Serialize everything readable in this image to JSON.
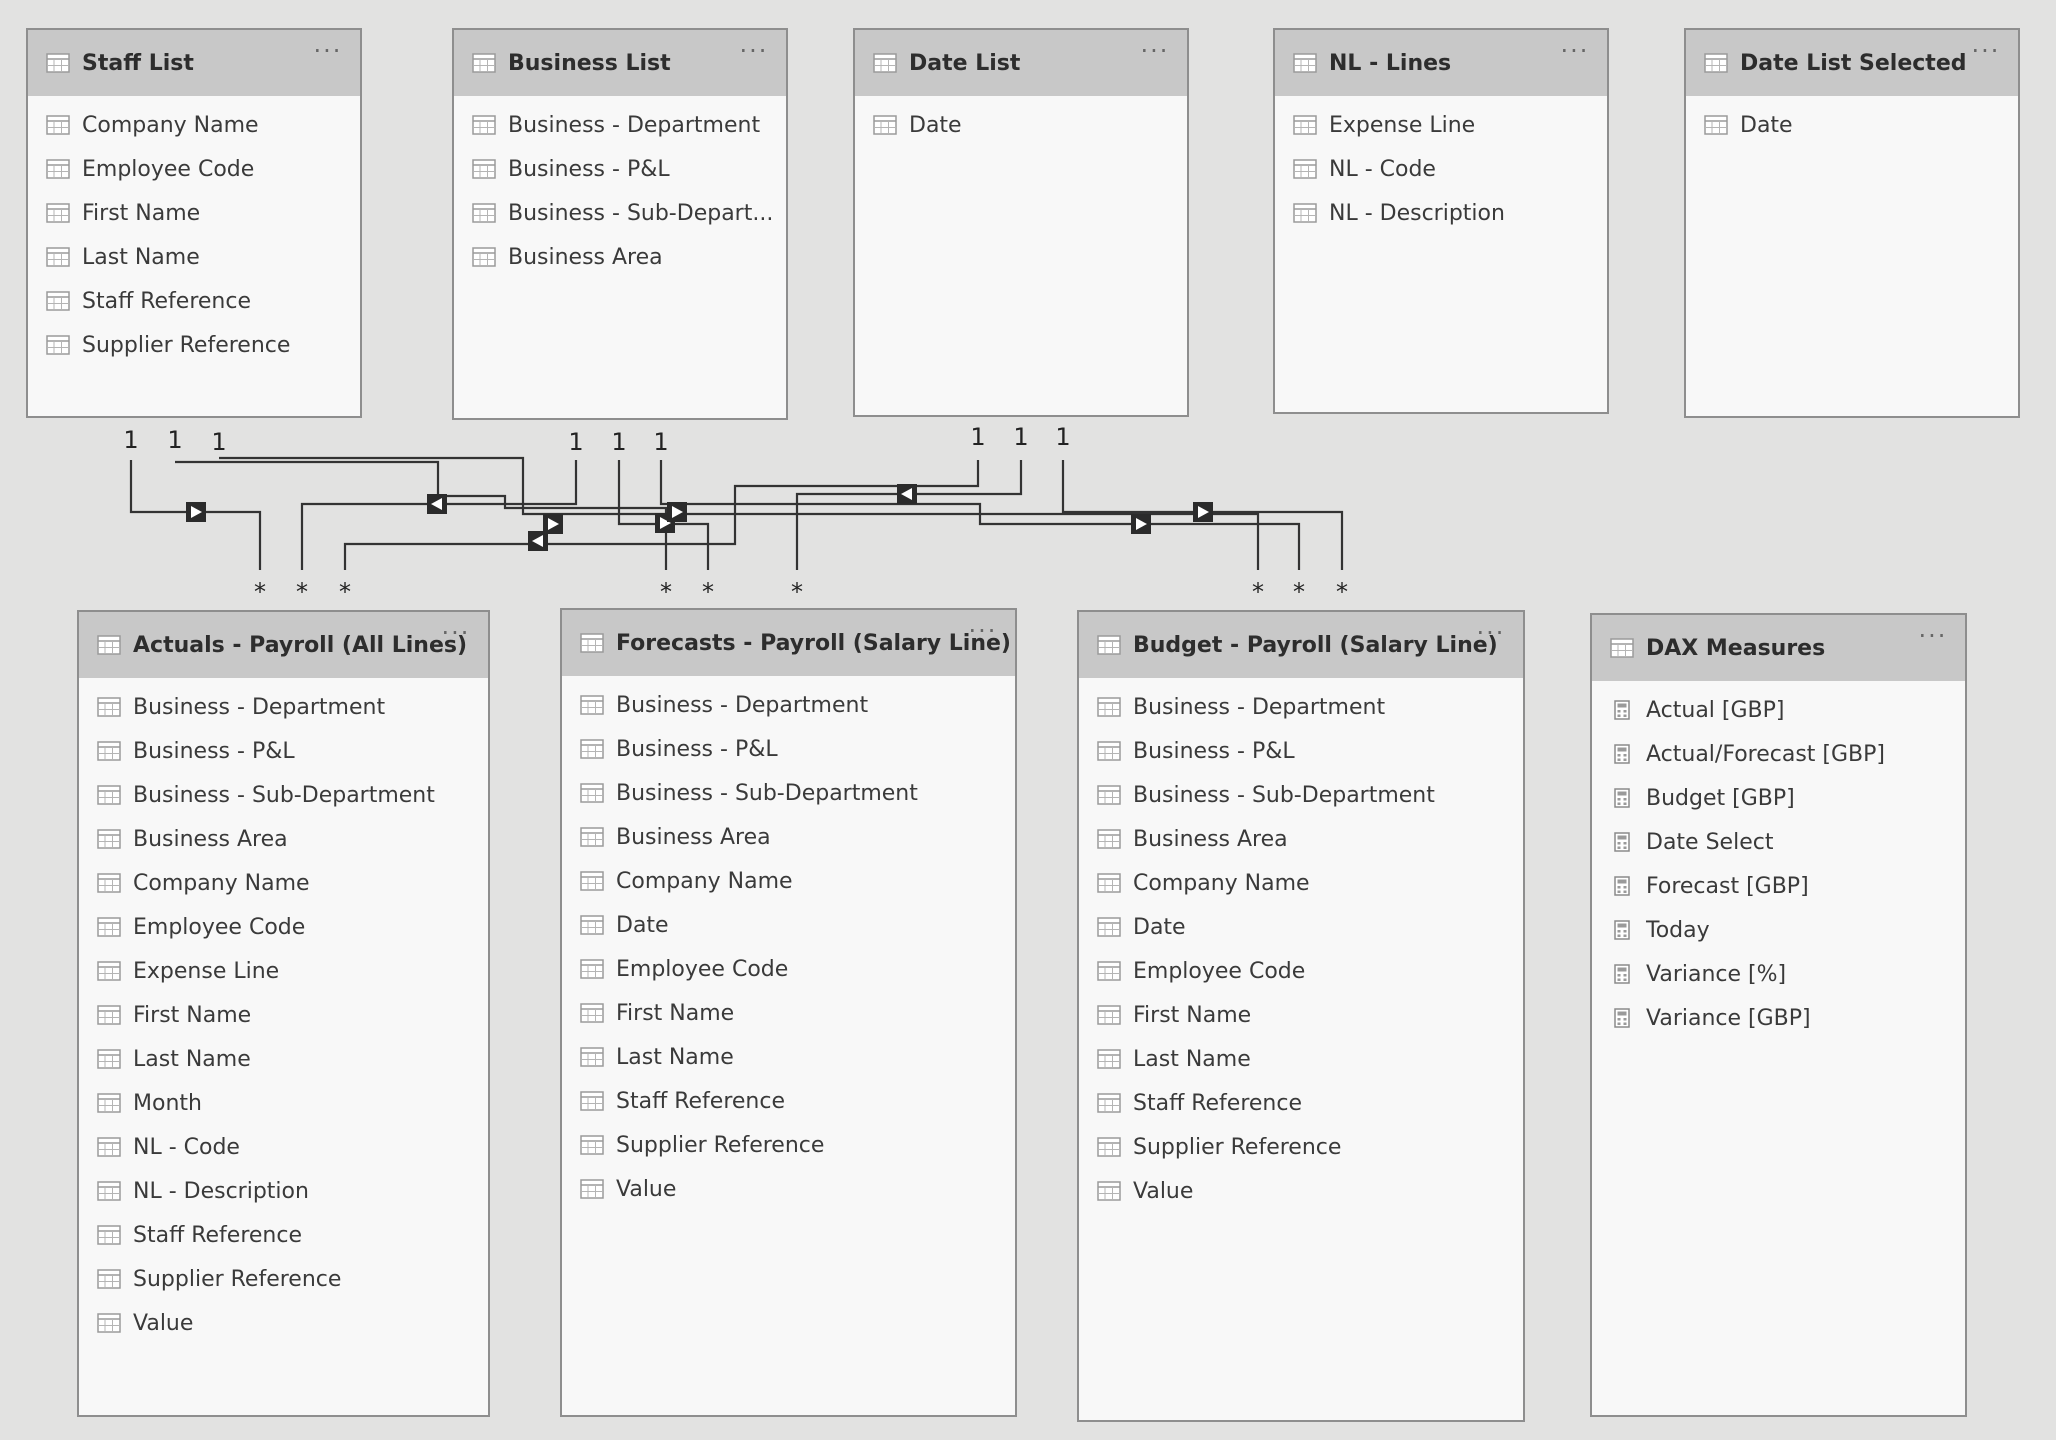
{
  "tables": [
    {
      "id": "staff-list",
      "title": "Staff List",
      "fields": [
        {
          "label": "Company Name",
          "icon": "table-icon"
        },
        {
          "label": "Employee Code",
          "icon": "table-icon"
        },
        {
          "label": "First Name",
          "icon": "table-icon"
        },
        {
          "label": "Last Name",
          "icon": "table-icon"
        },
        {
          "label": "Staff Reference",
          "icon": "table-icon"
        },
        {
          "label": "Supplier Reference",
          "icon": "table-icon"
        }
      ]
    },
    {
      "id": "business-list",
      "title": "Business List",
      "fields": [
        {
          "label": "Business - Department",
          "icon": "table-icon"
        },
        {
          "label": "Business - P&L",
          "icon": "table-icon"
        },
        {
          "label": "Business - Sub-Depart...",
          "icon": "table-icon"
        },
        {
          "label": "Business Area",
          "icon": "table-icon"
        }
      ]
    },
    {
      "id": "date-list",
      "title": "Date List",
      "fields": [
        {
          "label": "Date",
          "icon": "table-icon"
        }
      ]
    },
    {
      "id": "nl-lines",
      "title": "NL - Lines",
      "fields": [
        {
          "label": "Expense Line",
          "icon": "table-icon"
        },
        {
          "label": "NL - Code",
          "icon": "table-icon"
        },
        {
          "label": "NL - Description",
          "icon": "table-icon"
        }
      ]
    },
    {
      "id": "date-list-selected",
      "title": "Date List Selected",
      "fields": [
        {
          "label": "Date",
          "icon": "table-icon"
        }
      ]
    },
    {
      "id": "actuals-payroll",
      "title": "Actuals - Payroll (All Lines)",
      "fields": [
        {
          "label": "Business - Department",
          "icon": "table-icon"
        },
        {
          "label": "Business - P&L",
          "icon": "table-icon"
        },
        {
          "label": "Business - Sub-Department",
          "icon": "table-icon"
        },
        {
          "label": "Business Area",
          "icon": "table-icon"
        },
        {
          "label": "Company Name",
          "icon": "table-icon"
        },
        {
          "label": "Employee Code",
          "icon": "table-icon"
        },
        {
          "label": "Expense Line",
          "icon": "table-icon"
        },
        {
          "label": "First Name",
          "icon": "table-icon"
        },
        {
          "label": "Last Name",
          "icon": "table-icon"
        },
        {
          "label": "Month",
          "icon": "table-icon"
        },
        {
          "label": "NL - Code",
          "icon": "table-icon"
        },
        {
          "label": "NL - Description",
          "icon": "table-icon"
        },
        {
          "label": "Staff Reference",
          "icon": "table-icon"
        },
        {
          "label": "Supplier Reference",
          "icon": "table-icon"
        },
        {
          "label": "Value",
          "icon": "table-icon"
        }
      ]
    },
    {
      "id": "forecasts-payroll",
      "title": "Forecasts - Payroll (Salary Line)",
      "fields": [
        {
          "label": "Business - Department",
          "icon": "table-icon"
        },
        {
          "label": "Business - P&L",
          "icon": "table-icon"
        },
        {
          "label": "Business - Sub-Department",
          "icon": "table-icon"
        },
        {
          "label": "Business Area",
          "icon": "table-icon"
        },
        {
          "label": "Company Name",
          "icon": "table-icon"
        },
        {
          "label": "Date",
          "icon": "table-icon"
        },
        {
          "label": "Employee Code",
          "icon": "table-icon"
        },
        {
          "label": "First Name",
          "icon": "table-icon"
        },
        {
          "label": "Last Name",
          "icon": "table-icon"
        },
        {
          "label": "Staff Reference",
          "icon": "table-icon"
        },
        {
          "label": "Supplier Reference",
          "icon": "table-icon"
        },
        {
          "label": "Value",
          "icon": "table-icon"
        }
      ]
    },
    {
      "id": "budget-payroll",
      "title": "Budget - Payroll (Salary Line)",
      "fields": [
        {
          "label": "Business - Department",
          "icon": "table-icon"
        },
        {
          "label": "Business - P&L",
          "icon": "table-icon"
        },
        {
          "label": "Business - Sub-Department",
          "icon": "table-icon"
        },
        {
          "label": "Business Area",
          "icon": "table-icon"
        },
        {
          "label": "Company Name",
          "icon": "table-icon"
        },
        {
          "label": "Date",
          "icon": "table-icon"
        },
        {
          "label": "Employee Code",
          "icon": "table-icon"
        },
        {
          "label": "First Name",
          "icon": "table-icon"
        },
        {
          "label": "Last Name",
          "icon": "table-icon"
        },
        {
          "label": "Staff Reference",
          "icon": "table-icon"
        },
        {
          "label": "Supplier Reference",
          "icon": "table-icon"
        },
        {
          "label": "Value",
          "icon": "table-icon"
        }
      ]
    },
    {
      "id": "dax-measures",
      "title": "DAX Measures",
      "fields": [
        {
          "label": "Actual [GBP]",
          "icon": "calculator-icon"
        },
        {
          "label": "Actual/Forecast [GBP]",
          "icon": "calculator-icon"
        },
        {
          "label": "Budget [GBP]",
          "icon": "calculator-icon"
        },
        {
          "label": "Date Select",
          "icon": "calculator-icon"
        },
        {
          "label": "Forecast [GBP]",
          "icon": "calculator-icon"
        },
        {
          "label": "Today",
          "icon": "calculator-icon"
        },
        {
          "label": "Variance [%]",
          "icon": "calculator-icon"
        },
        {
          "label": "Variance [GBP]",
          "icon": "calculator-icon"
        }
      ]
    }
  ],
  "cardinality": {
    "one": "1",
    "many": "*"
  },
  "more_label": "···",
  "colors": {
    "line": "#333333",
    "header": "#c8c8c8",
    "card": "#f8f8f8",
    "border": "#8e8e8e",
    "background": "#e2e2e1"
  }
}
